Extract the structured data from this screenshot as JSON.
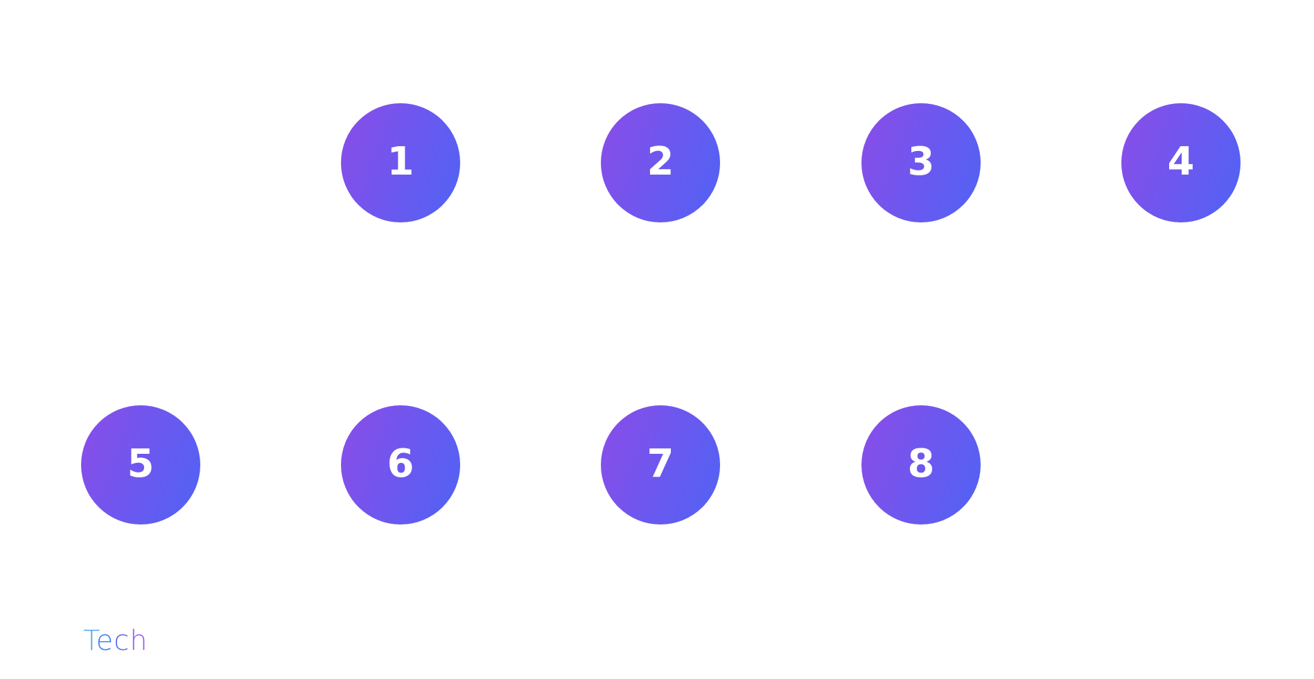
{
  "theme": {
    "gradient_start": "#8b4ce8",
    "gradient_end": "#4f63f5",
    "number_color": "#ffffff",
    "background": "#ffffff"
  },
  "steps": [
    {
      "label": "1"
    },
    {
      "label": "2"
    },
    {
      "label": "3"
    },
    {
      "label": "4"
    },
    {
      "label": "5"
    },
    {
      "label": "6"
    },
    {
      "label": "7"
    },
    {
      "label": "8"
    }
  ],
  "logo": {
    "text": "Tech",
    "letters": [
      "T",
      "e",
      "c",
      "h"
    ],
    "colors": [
      "#5aa9f5",
      "#3b82f6",
      "#5b6ef0",
      "#9b5cf5"
    ]
  }
}
